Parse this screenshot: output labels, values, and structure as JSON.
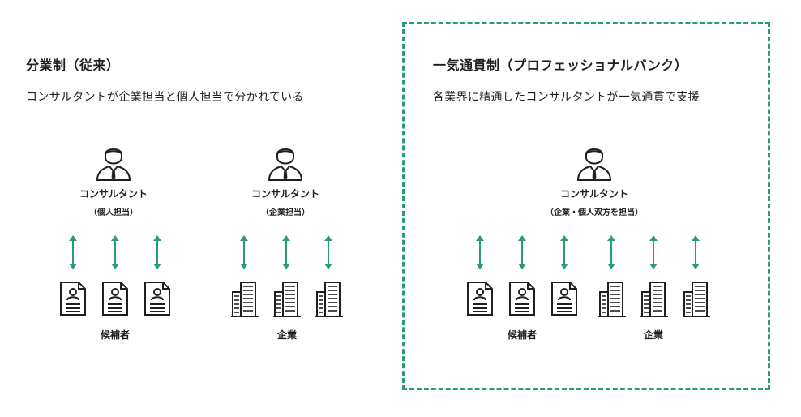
{
  "left": {
    "title": "分業制（従来）",
    "description": "コンサルタントが企業担当と個人担当で分かれている",
    "consultants": [
      {
        "role": "コンサルタント",
        "scope": "（個人担当）"
      },
      {
        "role": "コンサルタント",
        "scope": "（企業担当）"
      }
    ],
    "captions": {
      "candidates": "候補者",
      "companies": "企業"
    }
  },
  "right": {
    "title": "一気通貫制（プロフェッショナルバンク）",
    "description": "各業界に精通したコンサルタントが一気通貫で支援",
    "consultant": {
      "role": "コンサルタント",
      "scope": "（企業・個人双方を担当）"
    },
    "captions": {
      "candidates": "候補者",
      "companies": "企業"
    }
  },
  "colors": {
    "accent": "#2a9d70",
    "text": "#1f1f1f",
    "border": "#2a9d70"
  },
  "icons": {
    "person": "consultant-icon",
    "resume": "resume-icon",
    "building": "building-icon",
    "arrow": "double-arrow-icon"
  }
}
